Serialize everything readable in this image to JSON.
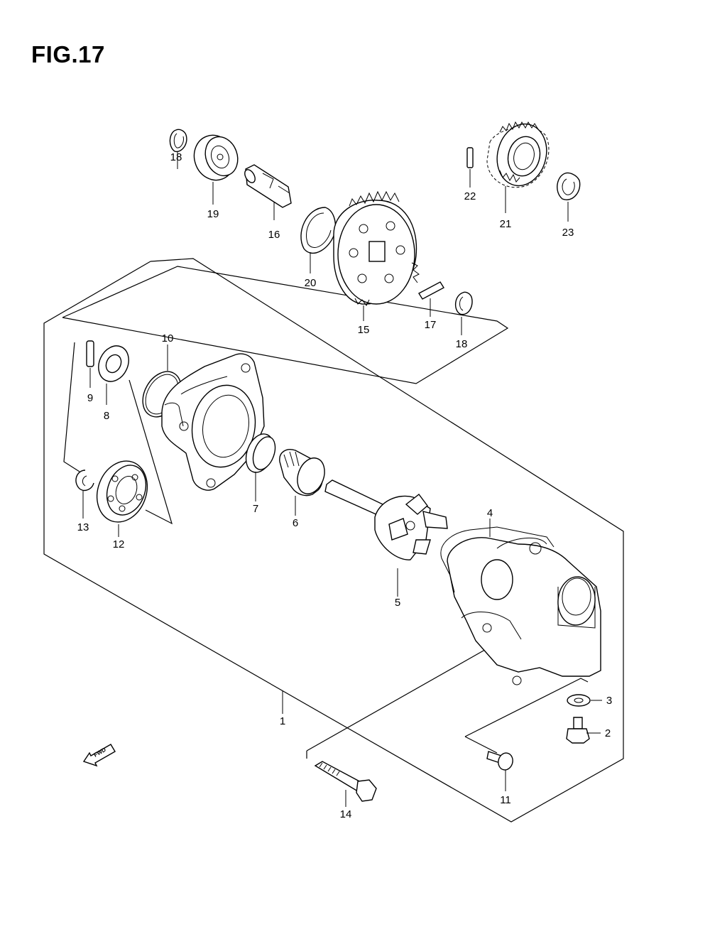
{
  "title": "FIG.17",
  "fwd_label": "FWD",
  "callouts": {
    "p1": "1",
    "p2": "2",
    "p3": "3",
    "p4": "4",
    "p5": "5",
    "p6": "6",
    "p7": "7",
    "p8": "8",
    "p9": "9",
    "p10": "10",
    "p11": "11",
    "p12": "12",
    "p13": "13",
    "p14": "14",
    "p15": "15",
    "p16": "16",
    "p17": "17",
    "p18a": "18",
    "p18b": "18",
    "p19": "19",
    "p20": "20",
    "p21": "21",
    "p22": "22",
    "p23": "23"
  }
}
